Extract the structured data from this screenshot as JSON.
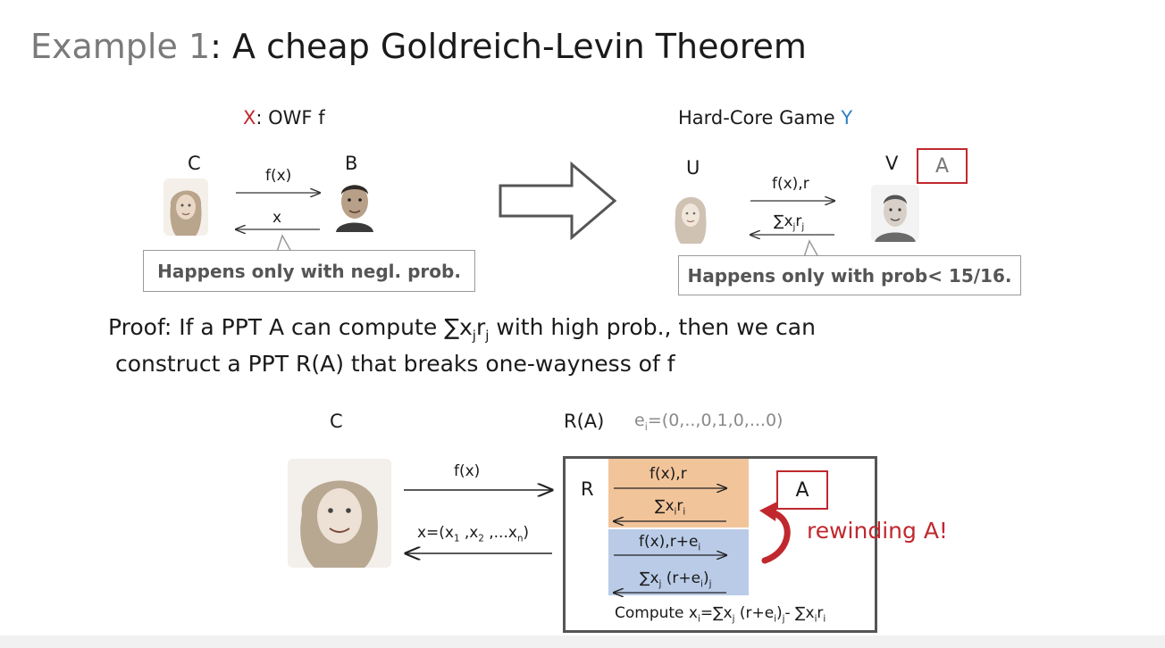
{
  "title": {
    "prefix": "Example 1",
    "main": ": A cheap Goldreich-Levin Theorem"
  },
  "owf": {
    "x_label": "X",
    "heading": ": OWF f",
    "party_c": "C",
    "party_b": "B",
    "msg_fx": "f(x)",
    "msg_x": "x",
    "note": "Happens only with negl. prob."
  },
  "hardcore": {
    "heading": "Hard-Core Game ",
    "y_label": "Y",
    "party_u": "U",
    "party_v": "V",
    "adversary": "A",
    "msg_fxr": "f(x),r",
    "msg_sum": "∑x",
    "msg_sum_j": "j",
    "msg_sum_r": "r",
    "note": "Happens only with prob< 15/16."
  },
  "proof": {
    "label": "Proof",
    "line1_a": ": If a PPT A  can compute ",
    "line1_sum": "∑x",
    "line1_r": "r",
    "line1_b": " with high prob., then we can",
    "line2": "construct a PPT R(A) that breaks one-wayness of f"
  },
  "reduction": {
    "party_c": "C",
    "ra_label": "R(A)",
    "ei_def": "=(0,..,0,1,0,...0)",
    "ei_e": "e",
    "msg_fx": "f(x)",
    "msg_x_vec": "x=(x",
    "msg_x_vec_tail": ",...x",
    "msg_x_vec_end": ")",
    "r_label": "R",
    "adversary": "A",
    "rewinding": "rewinding A!",
    "orange_top": "f(x),r",
    "orange_bottom": "∑x",
    "blue_top": "f(x),r+e",
    "blue_bottom": "∑x",
    "blue_bottom_tail": " (r+e",
    "compute": "Compute x",
    "compute_mid": "=∑x",
    "compute_tail": " (r+e",
    "compute_end": "- ∑x"
  },
  "colors": {
    "red": "#c0282e",
    "blue": "#2f7fc1",
    "orange": "#f2c49a",
    "lightblue": "#b9cbe7"
  }
}
